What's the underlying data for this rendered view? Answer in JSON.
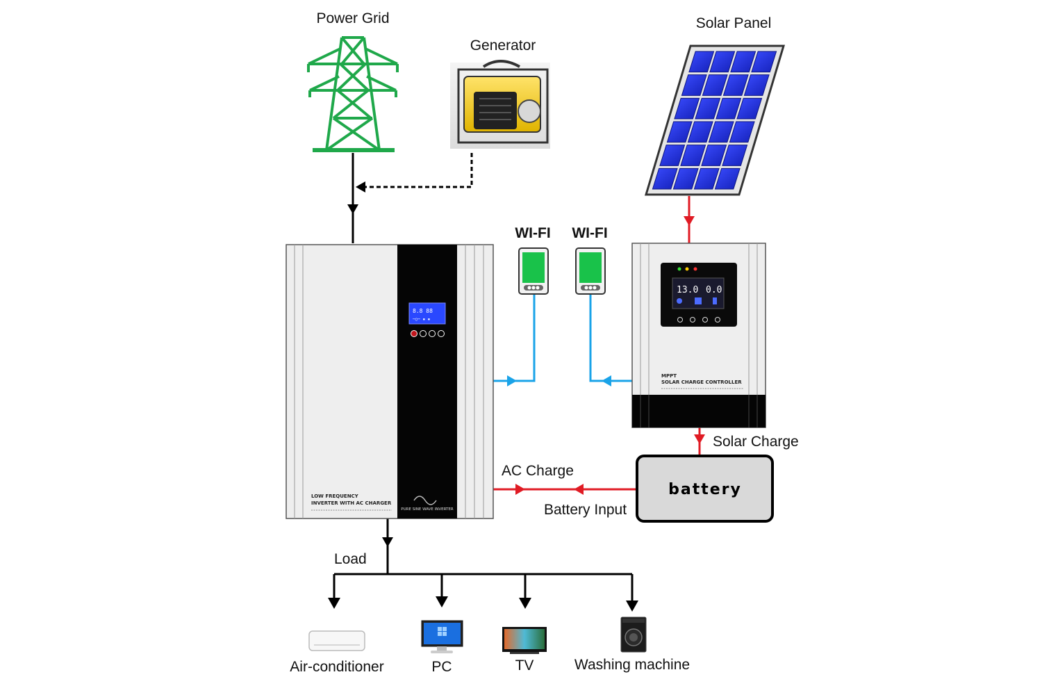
{
  "labels": {
    "power_grid": "Power Grid",
    "generator": "Generator",
    "solar_panel": "Solar Panel",
    "wifi_1": "WI-FI",
    "wifi_2": "WI-FI",
    "solar_charge": "Solar Charge",
    "ac_charge": "AC Charge",
    "battery_input": "Battery Input",
    "battery": "battery",
    "load": "Load"
  },
  "inverter": {
    "model_line1": "LOW FREQUENCY",
    "model_line2": "INVERTER WITH AC CHARGER",
    "wave_label": "PURE SINE WAVE INVERTER"
  },
  "controller": {
    "brand": "MPPT",
    "model": "SOLAR CHARGE CONTROLLER",
    "lcd_left": "13.0",
    "lcd_right": "0.0"
  },
  "loads": [
    {
      "label": "Air-conditioner"
    },
    {
      "label": "PC"
    },
    {
      "label": "TV"
    },
    {
      "label": "Washing machine"
    }
  ],
  "colors": {
    "grid_tower": "#1fa84a",
    "dc_line": "#e01b24",
    "wifi_line": "#1aa3e8",
    "ac_line": "#000000",
    "panel_cell": "#1f2fd6",
    "screen_green": "#19c24a",
    "lcd_blue": "#2a48ff"
  }
}
